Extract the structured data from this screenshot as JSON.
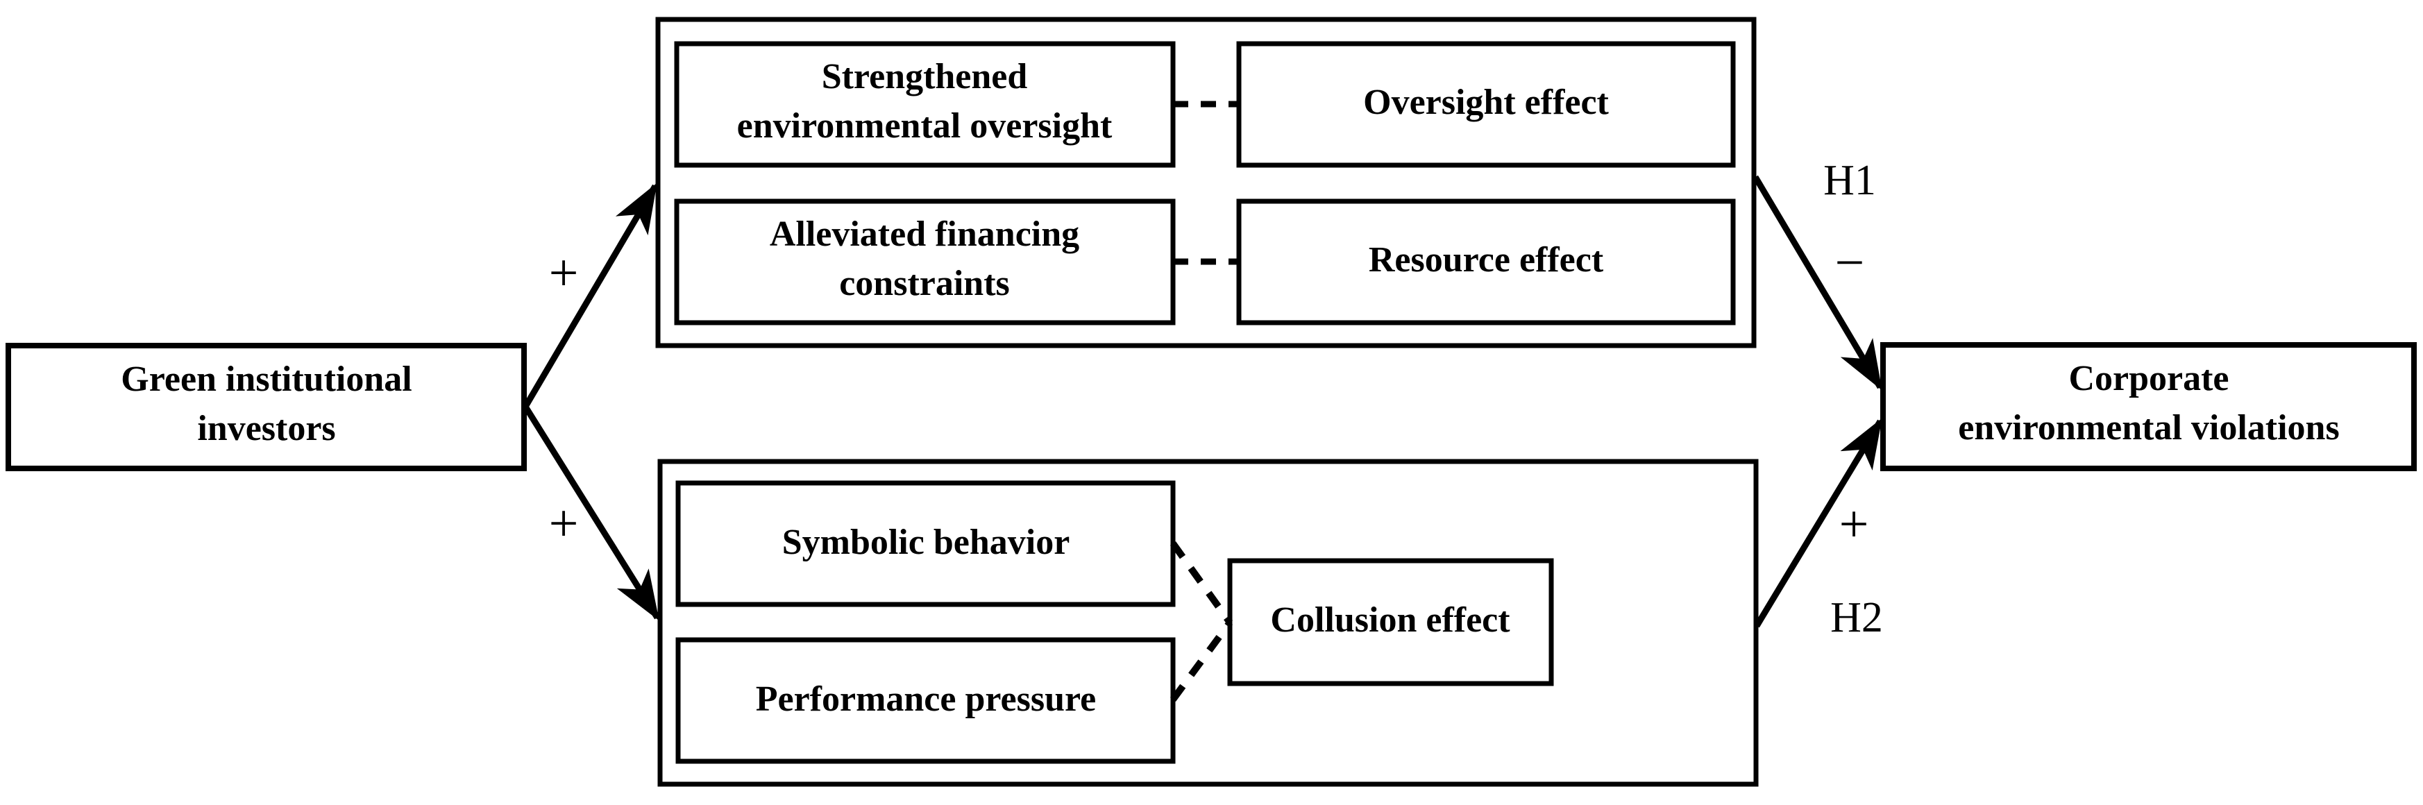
{
  "diagram": {
    "type": "conceptual-framework",
    "source_node": {
      "label_line1": "Green institutional",
      "label_line2": "investors"
    },
    "outcome_node": {
      "label_line1": "Corporate",
      "label_line2": "environmental violations"
    },
    "mechanism_groups": [
      {
        "id": "positive-governance-group",
        "mediators": [
          {
            "id": "strengthened-environmental-oversight",
            "label_line1": "Strengthened",
            "label_line2": "environmental oversight"
          },
          {
            "id": "alleviated-financing-constraints",
            "label_line1": "Alleviated financing",
            "label_line2": "constraints"
          }
        ],
        "effects": [
          {
            "id": "oversight-effect",
            "label": "Oversight effect"
          },
          {
            "id": "resource-effect",
            "label": "Resource effect"
          }
        ]
      },
      {
        "id": "collusion-group",
        "mediators": [
          {
            "id": "symbolic-behavior",
            "label_line1": "Symbolic behavior",
            "label_line2": ""
          },
          {
            "id": "performance-pressure",
            "label_line1": "Performance pressure",
            "label_line2": ""
          }
        ],
        "effects": [
          {
            "id": "collusion-effect",
            "label": "Collusion effect"
          }
        ]
      }
    ],
    "edge_signs": {
      "source_to_top_group": "+",
      "source_to_bottom_group": "+",
      "top_group_to_outcome": "−",
      "bottom_group_to_outcome": "+"
    },
    "hypotheses": {
      "top": "H1",
      "bottom": "H2"
    },
    "colors": {
      "stroke": "#000000",
      "fill": "#ffffff",
      "background": "#ffffff"
    }
  }
}
